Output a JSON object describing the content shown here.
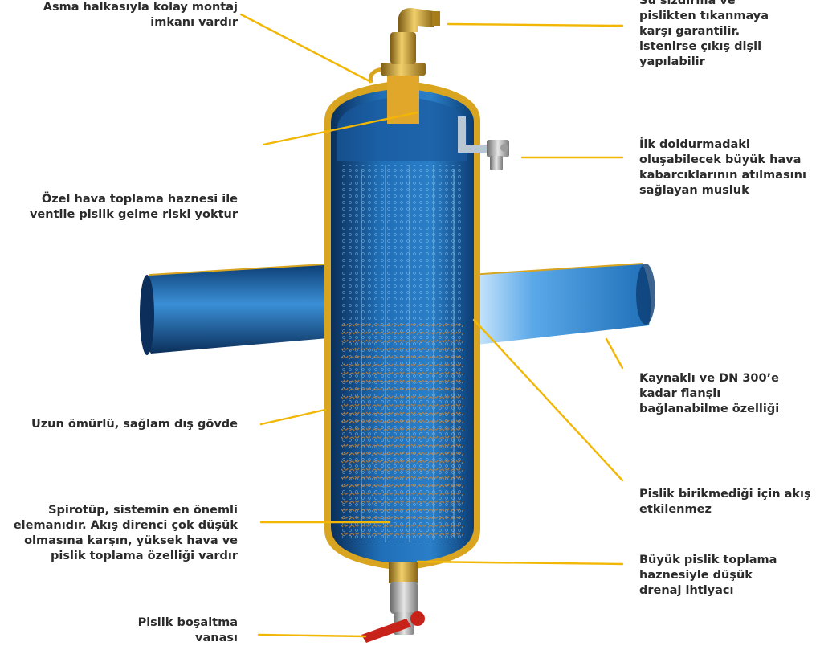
{
  "colors": {
    "leader_line": "#f2b705",
    "label_text": "#2b2b2b",
    "vessel_blue": "#1f6fb8",
    "vessel_dark": "#0c3d73",
    "gold": "#d9a521",
    "valve_red": "#c8231b",
    "debris": "#c8781e"
  },
  "icons": [
    "separator-vessel-illustration",
    "drain-valve-icon",
    "air-vent-elbow-icon",
    "stopcock-icon"
  ],
  "callouts": {
    "left": [
      {
        "id": "mounting-ring",
        "lines": [
          "Asma halkasıyla kolay montaj",
          "imkanı vardır"
        ]
      },
      {
        "id": "air-chamber",
        "lines": [
          "Özel hava toplama haznesi ile",
          "ventile pislik gelme riski yoktur"
        ]
      },
      {
        "id": "body",
        "lines": [
          "Uzun ömürlü, sağlam dış gövde"
        ]
      },
      {
        "id": "spirotube",
        "lines": [
          "Spirotüp, sistemin en önemli",
          "elemanıdır. Akış direnci çok düşük",
          "olmasına karşın, yüksek hava ve",
          "pislik toplama özelliği vardır"
        ]
      },
      {
        "id": "drain-valve",
        "lines": [
          "Pislik boşaltma",
          "vanası"
        ]
      }
    ],
    "right": [
      {
        "id": "vent-outlet",
        "lines": [
          "Su sızdırma ve",
          "pislikten tıkanmaya",
          "karşı garantilir.",
          "istenirse çıkış dişli",
          "yapılabilir"
        ]
      },
      {
        "id": "stopcock",
        "lines": [
          "İlk doldurmadaki",
          "oluşabilecek büyük hava",
          "kabarcıklarının atılmasını",
          "sağlayan musluk"
        ]
      },
      {
        "id": "connection",
        "lines": [
          "Kaynaklı ve DN 300’e",
          "kadar flanşlı",
          "bağlanabilme özelliği"
        ]
      },
      {
        "id": "flow",
        "lines": [
          "Pislik birikmediği için akış",
          "etkilenmez"
        ]
      },
      {
        "id": "dirt-chamber",
        "lines": [
          "Büyük pislik toplama",
          "haznesiyle düşük",
          "drenaj ihtiyacı"
        ]
      }
    ]
  }
}
